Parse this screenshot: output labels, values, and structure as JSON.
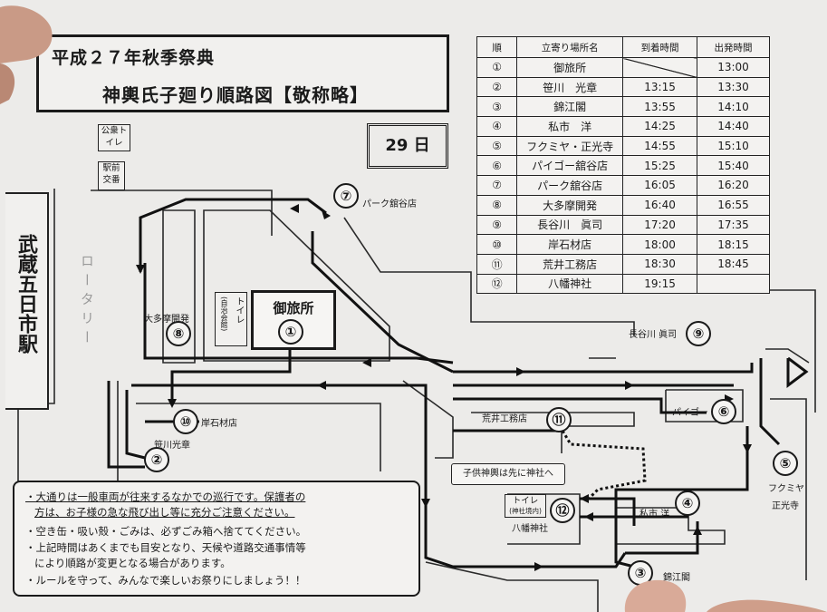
{
  "header": {
    "title_line1": "平成２７年秋季祭典",
    "title_line2": "神輿氏子廻り順路図【敬称略】",
    "day": "29 日"
  },
  "schedule": {
    "columns": [
      "順",
      "立寄り場所名",
      "到着時間",
      "出発時間"
    ],
    "rows": [
      {
        "no": "①",
        "name": "御旅所",
        "arrive": "",
        "depart": "13:00"
      },
      {
        "no": "②",
        "name": "笹川　光章",
        "arrive": "13:15",
        "depart": "13:30"
      },
      {
        "no": "③",
        "name": "錦江閣",
        "arrive": "13:55",
        "depart": "14:10"
      },
      {
        "no": "④",
        "name": "私市　洋",
        "arrive": "14:25",
        "depart": "14:40"
      },
      {
        "no": "⑤",
        "name": "フクミヤ・正光寺",
        "arrive": "14:55",
        "depart": "15:10"
      },
      {
        "no": "⑥",
        "name": "パイゴー舘谷店",
        "arrive": "15:25",
        "depart": "15:40"
      },
      {
        "no": "⑦",
        "name": "パーク舘谷店",
        "arrive": "16:05",
        "depart": "16:20"
      },
      {
        "no": "⑧",
        "name": "大多摩開発",
        "arrive": "16:40",
        "depart": "16:55"
      },
      {
        "no": "⑨",
        "name": "長谷川　眞司",
        "arrive": "17:20",
        "depart": "17:35"
      },
      {
        "no": "⑩",
        "name": "岸石材店",
        "arrive": "18:00",
        "depart": "18:15"
      },
      {
        "no": "⑪",
        "name": "荒井工務店",
        "arrive": "18:30",
        "depart": "18:45"
      },
      {
        "no": "⑫",
        "name": "八幡神社",
        "arrive": "19:15",
        "depart": ""
      }
    ]
  },
  "map": {
    "station": "武蔵五日市駅",
    "public_toilet": "公衆トイレ",
    "police_box": "駅前交番",
    "rotary": "ロータリー",
    "otabisho": "御旅所",
    "toilet_label": "トイレ",
    "toilet_sub": "(自治会館)",
    "markers": [
      {
        "num": "①",
        "label": ""
      },
      {
        "num": "②",
        "label": "笹川光章"
      },
      {
        "num": "③",
        "label": "錦江閣"
      },
      {
        "num": "④",
        "label": "私市 洋"
      },
      {
        "num": "⑤",
        "label": "フクミヤ"
      },
      {
        "num": "⑥",
        "label": "パイゴー"
      },
      {
        "num": "⑦",
        "label": "パーク舘谷店"
      },
      {
        "num": "⑧",
        "label": "大多摩開発"
      },
      {
        "num": "⑨",
        "label": "長谷川 眞司"
      },
      {
        "num": "⑩",
        "label": "岸石材店"
      },
      {
        "num": "⑪",
        "label": "荒井工務店"
      },
      {
        "num": "⑫",
        "label": "八幡神社"
      }
    ],
    "shoukoji": "正光寺",
    "shrine_toilet": "トイレ",
    "shrine_toilet_sub": "(神社境内)",
    "kids_callout": "子供神輿は先に神社へ"
  },
  "notes": {
    "line1a": "大通りは一般車両が往来するなかでの巡行です。保護者の",
    "line1b": "方は、お子様の急な飛び出し等に充分ご注意ください。",
    "line2": "・空き缶・吸い殻・ごみは、必ずごみ箱へ捨ててください。",
    "line3a": "・上記時間はあくまでも目安となり、天候や道路交通事情等",
    "line3b": "により順路が変更となる場合があります。",
    "line4": "・ルールを守って、みんなで楽しいお祭りにしましょう！！"
  }
}
